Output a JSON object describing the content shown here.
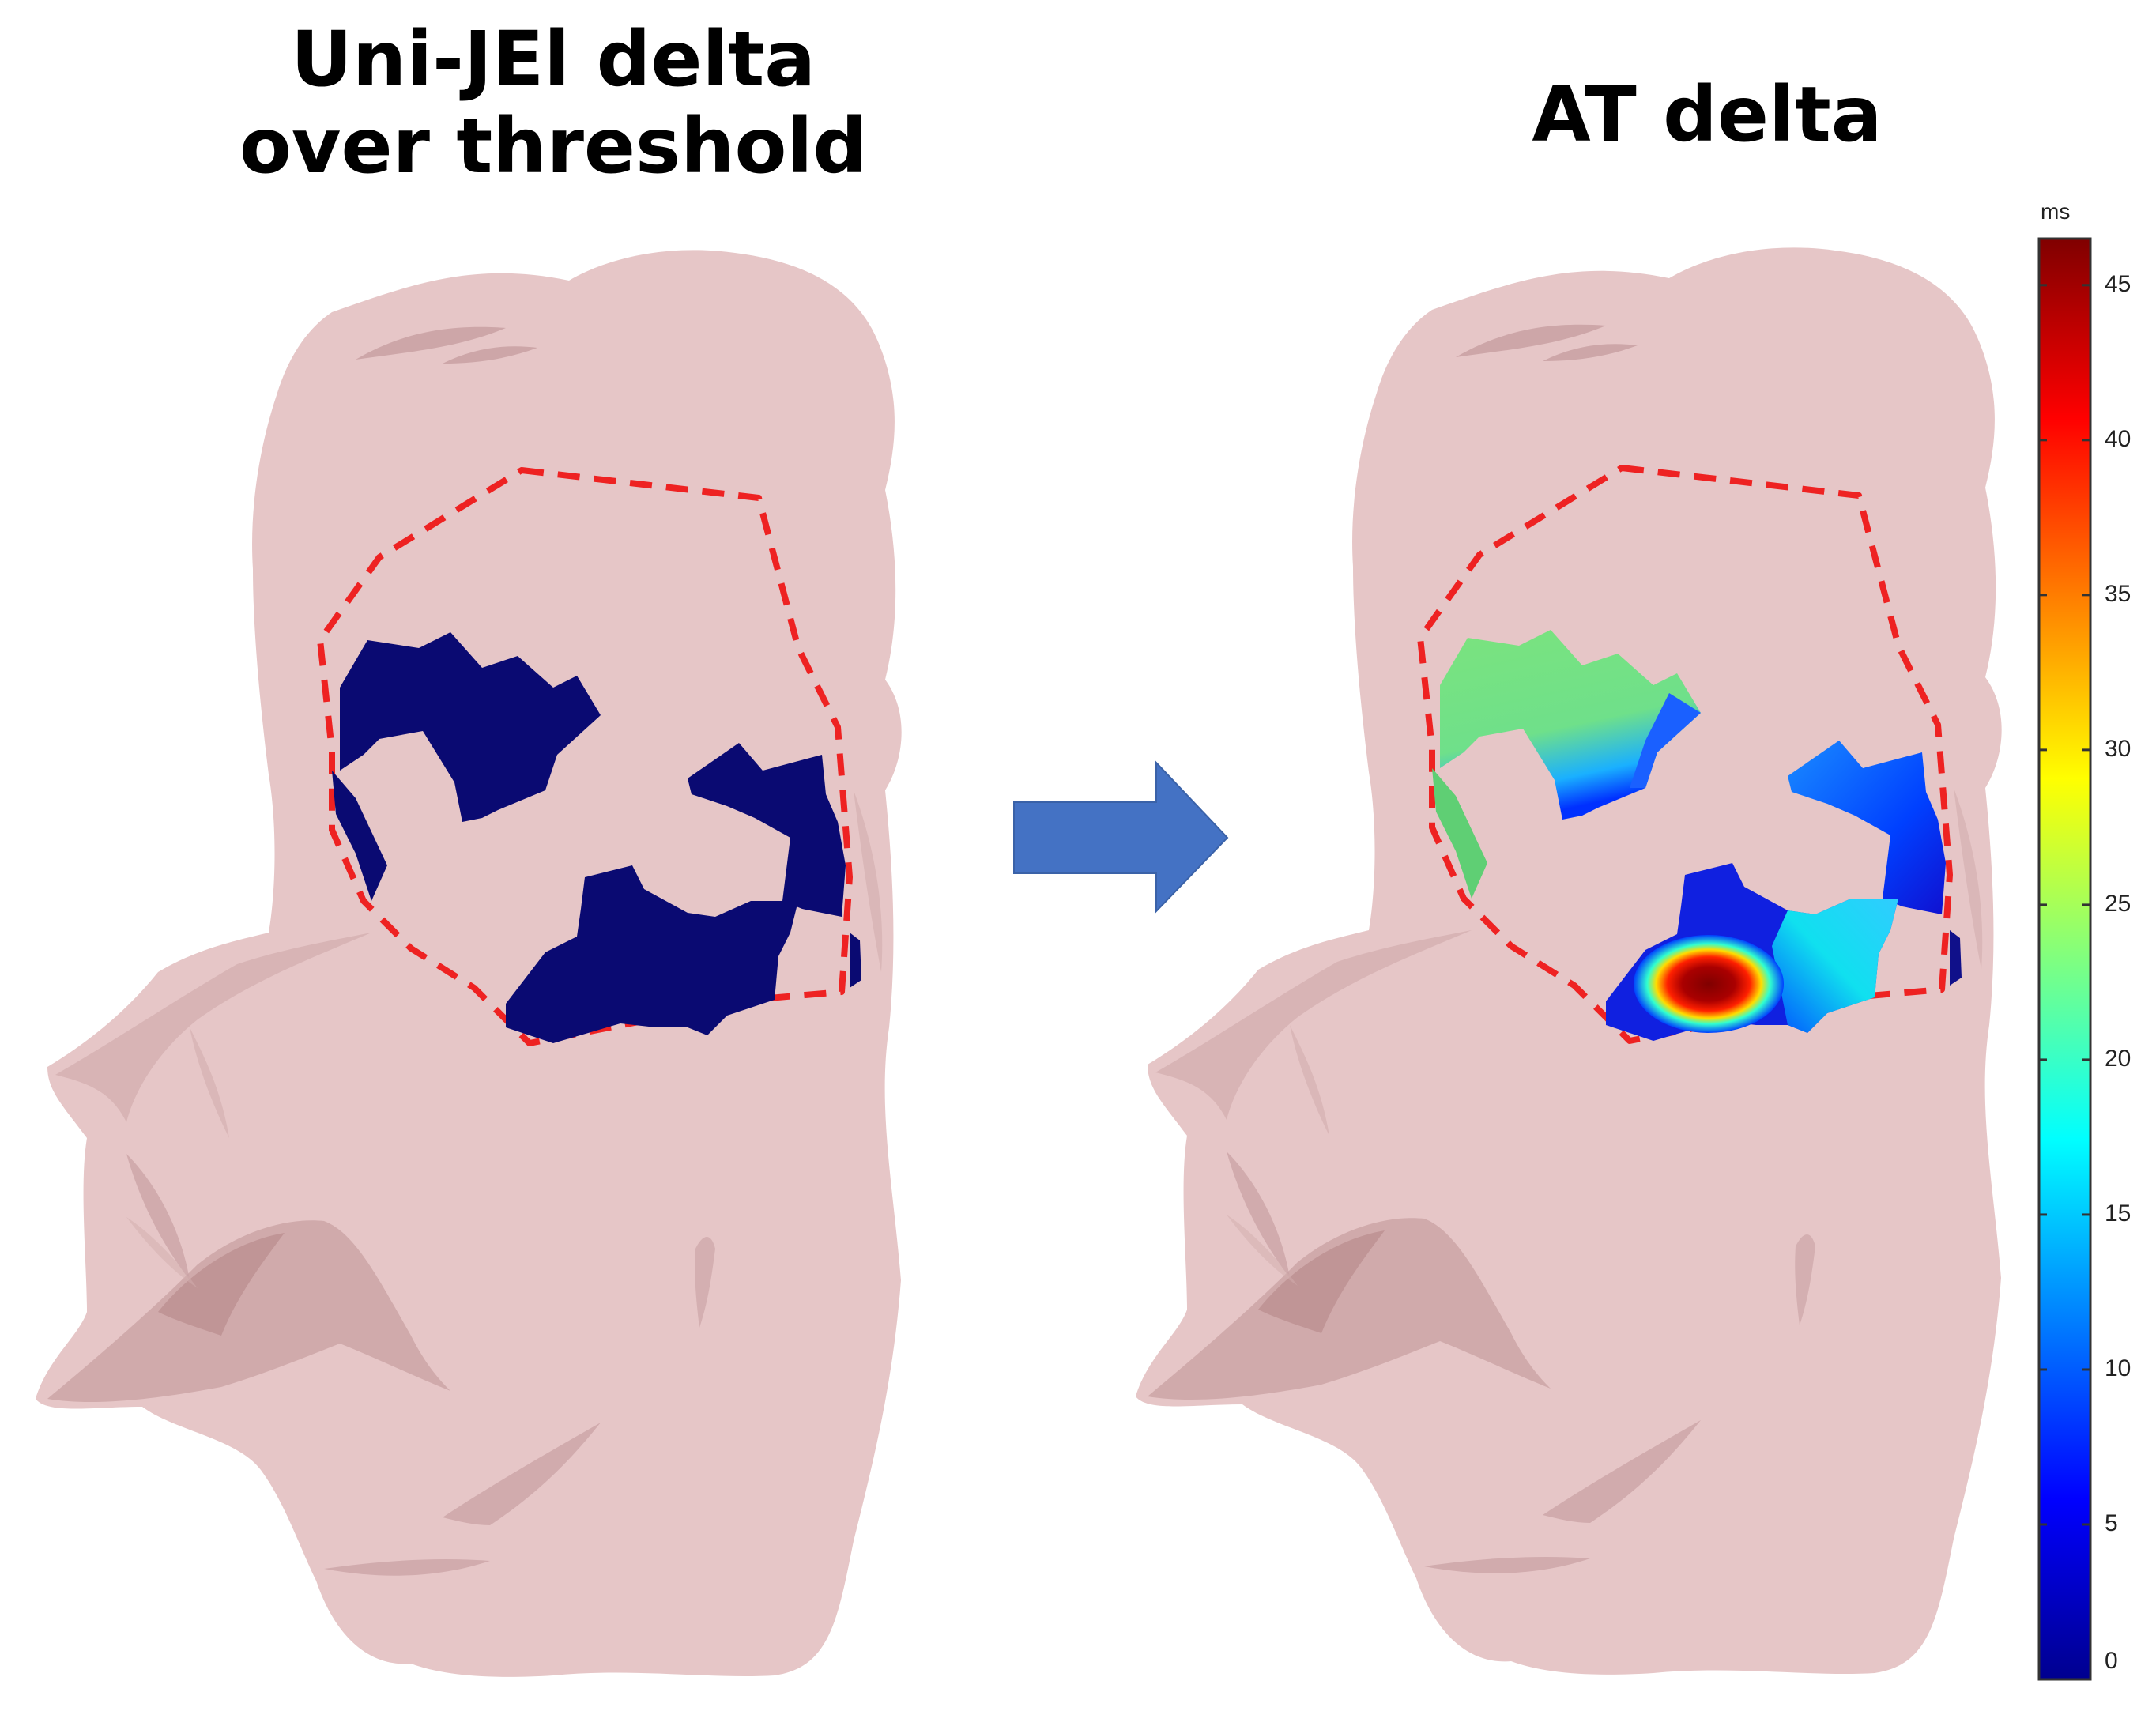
{
  "panels": [
    {
      "title_line1": "Uni-JEl delta",
      "title_line2": "over threshold"
    },
    {
      "title_line1": "AT delta"
    }
  ],
  "colorbar": {
    "unit": "ms",
    "ticks": [
      "0",
      "5",
      "10",
      "15",
      "20",
      "25",
      "30",
      "35",
      "40",
      "45"
    ],
    "min": 0,
    "max": 46.5,
    "colormap": "jet"
  },
  "colors": {
    "tissue": "#e6c6c7",
    "fold_shadow": "#c79b9d",
    "dashed_outline": "#ee2222",
    "scar_region": "#0a0a72",
    "arrow": "#4472c4"
  },
  "arrow_direction": "right"
}
